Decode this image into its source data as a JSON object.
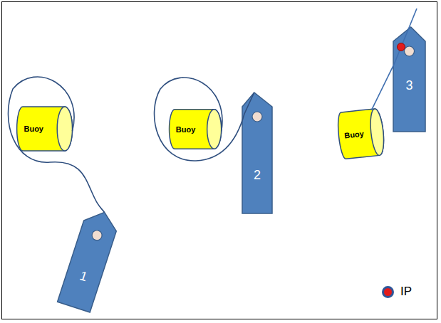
{
  "diagram": {
    "nodes": [
      {
        "text": [
          "Buoy"
        ]
      },
      {
        "text": [
          "1"
        ]
      },
      {
        "text": [
          "Buoy"
        ]
      },
      {
        "text": [
          "2"
        ]
      },
      {
        "text": [
          "Buoy"
        ]
      },
      {
        "text": [
          "3"
        ]
      }
    ],
    "edges": [
      {
        "from": 0,
        "to": 1,
        "arrow": "none"
      },
      {
        "from": 2,
        "to": 3,
        "arrow": "none"
      },
      {
        "from": 4,
        "to": 5,
        "arrow": "none"
      }
    ],
    "legend": [
      {
        "text": "IP",
        "color": "#e31b1b"
      }
    ]
  }
}
